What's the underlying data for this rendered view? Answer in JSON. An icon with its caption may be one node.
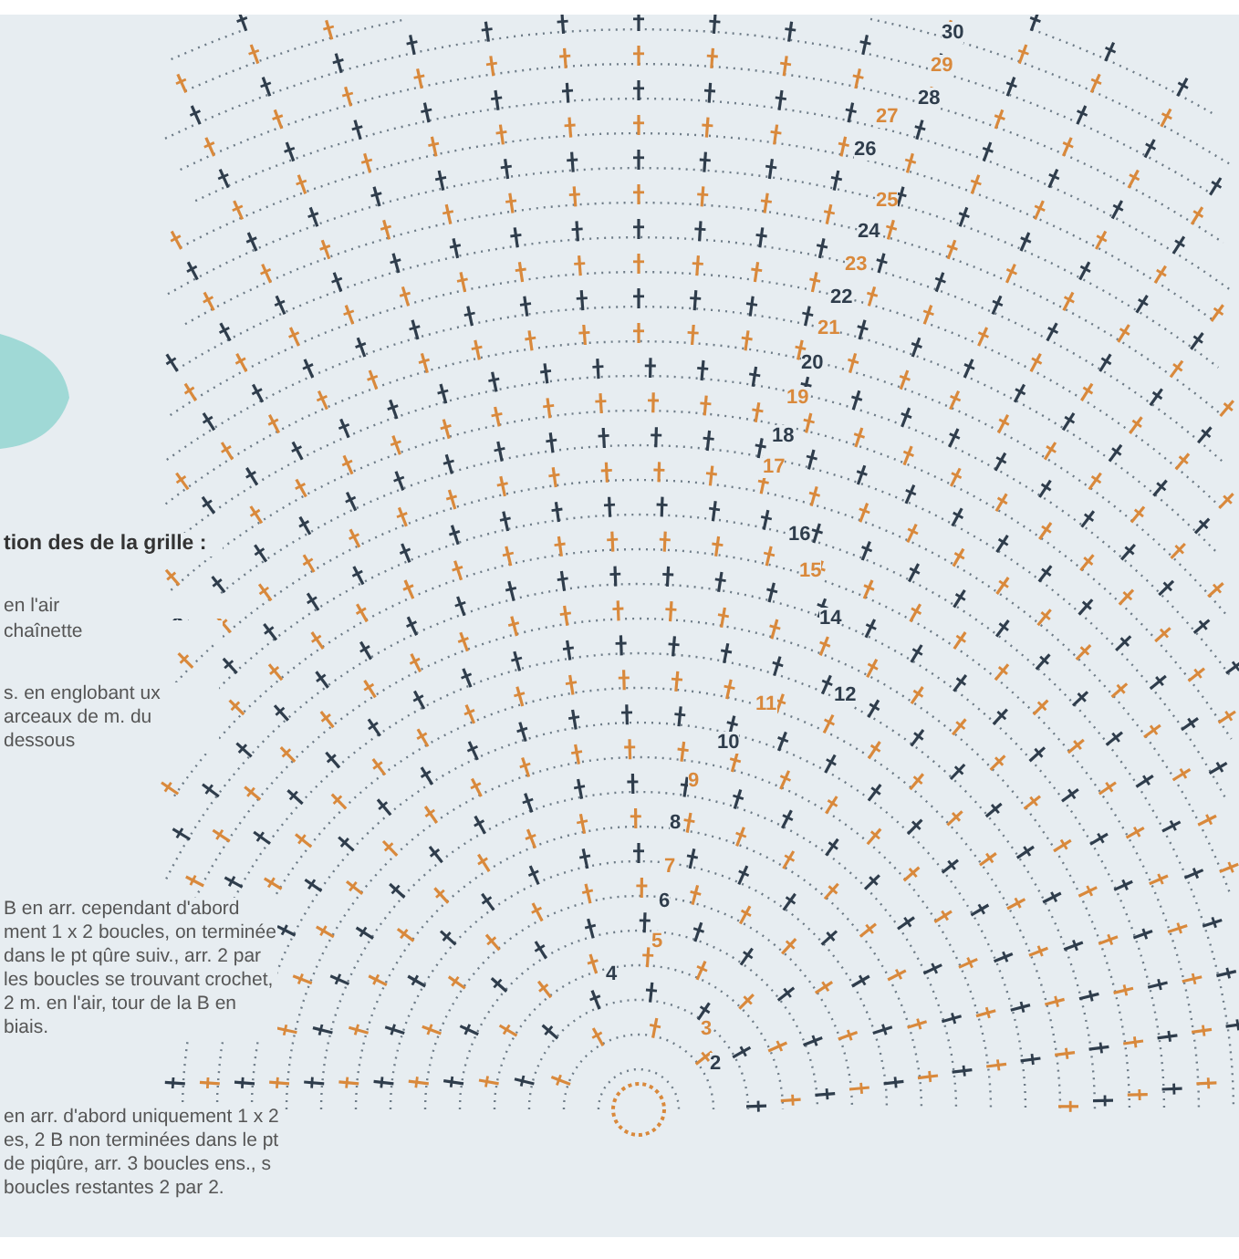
{
  "diagram": {
    "labels": [
      "tion des de la grille :",
      "en l'air",
      "chaînette",
      "s. en englobant ux arceaux de m. du dessous",
      "B en arr. cependant d'abord ment 1 x 2 boucles, on terminée dans le pt qûre suiv., arr. 2 par les boucles se trouvant crochet, 2 m. en l'air, tour de la B en biais.",
      "en arr. d'abord uniquement 1 x 2 es, 2 B non terminées dans le pt de piqûre, arr. 3 boucles ens., s boucles restantes 2 par 2.",
      "30",
      "29",
      "28",
      "27",
      "26",
      "25",
      "24",
      "23",
      "22",
      "21",
      "20",
      "19",
      "18",
      "17",
      "16",
      "15",
      "14",
      "12",
      "11",
      "10",
      "9",
      "8",
      "7",
      "6",
      "5",
      "4",
      "3",
      "2"
    ]
  }
}
